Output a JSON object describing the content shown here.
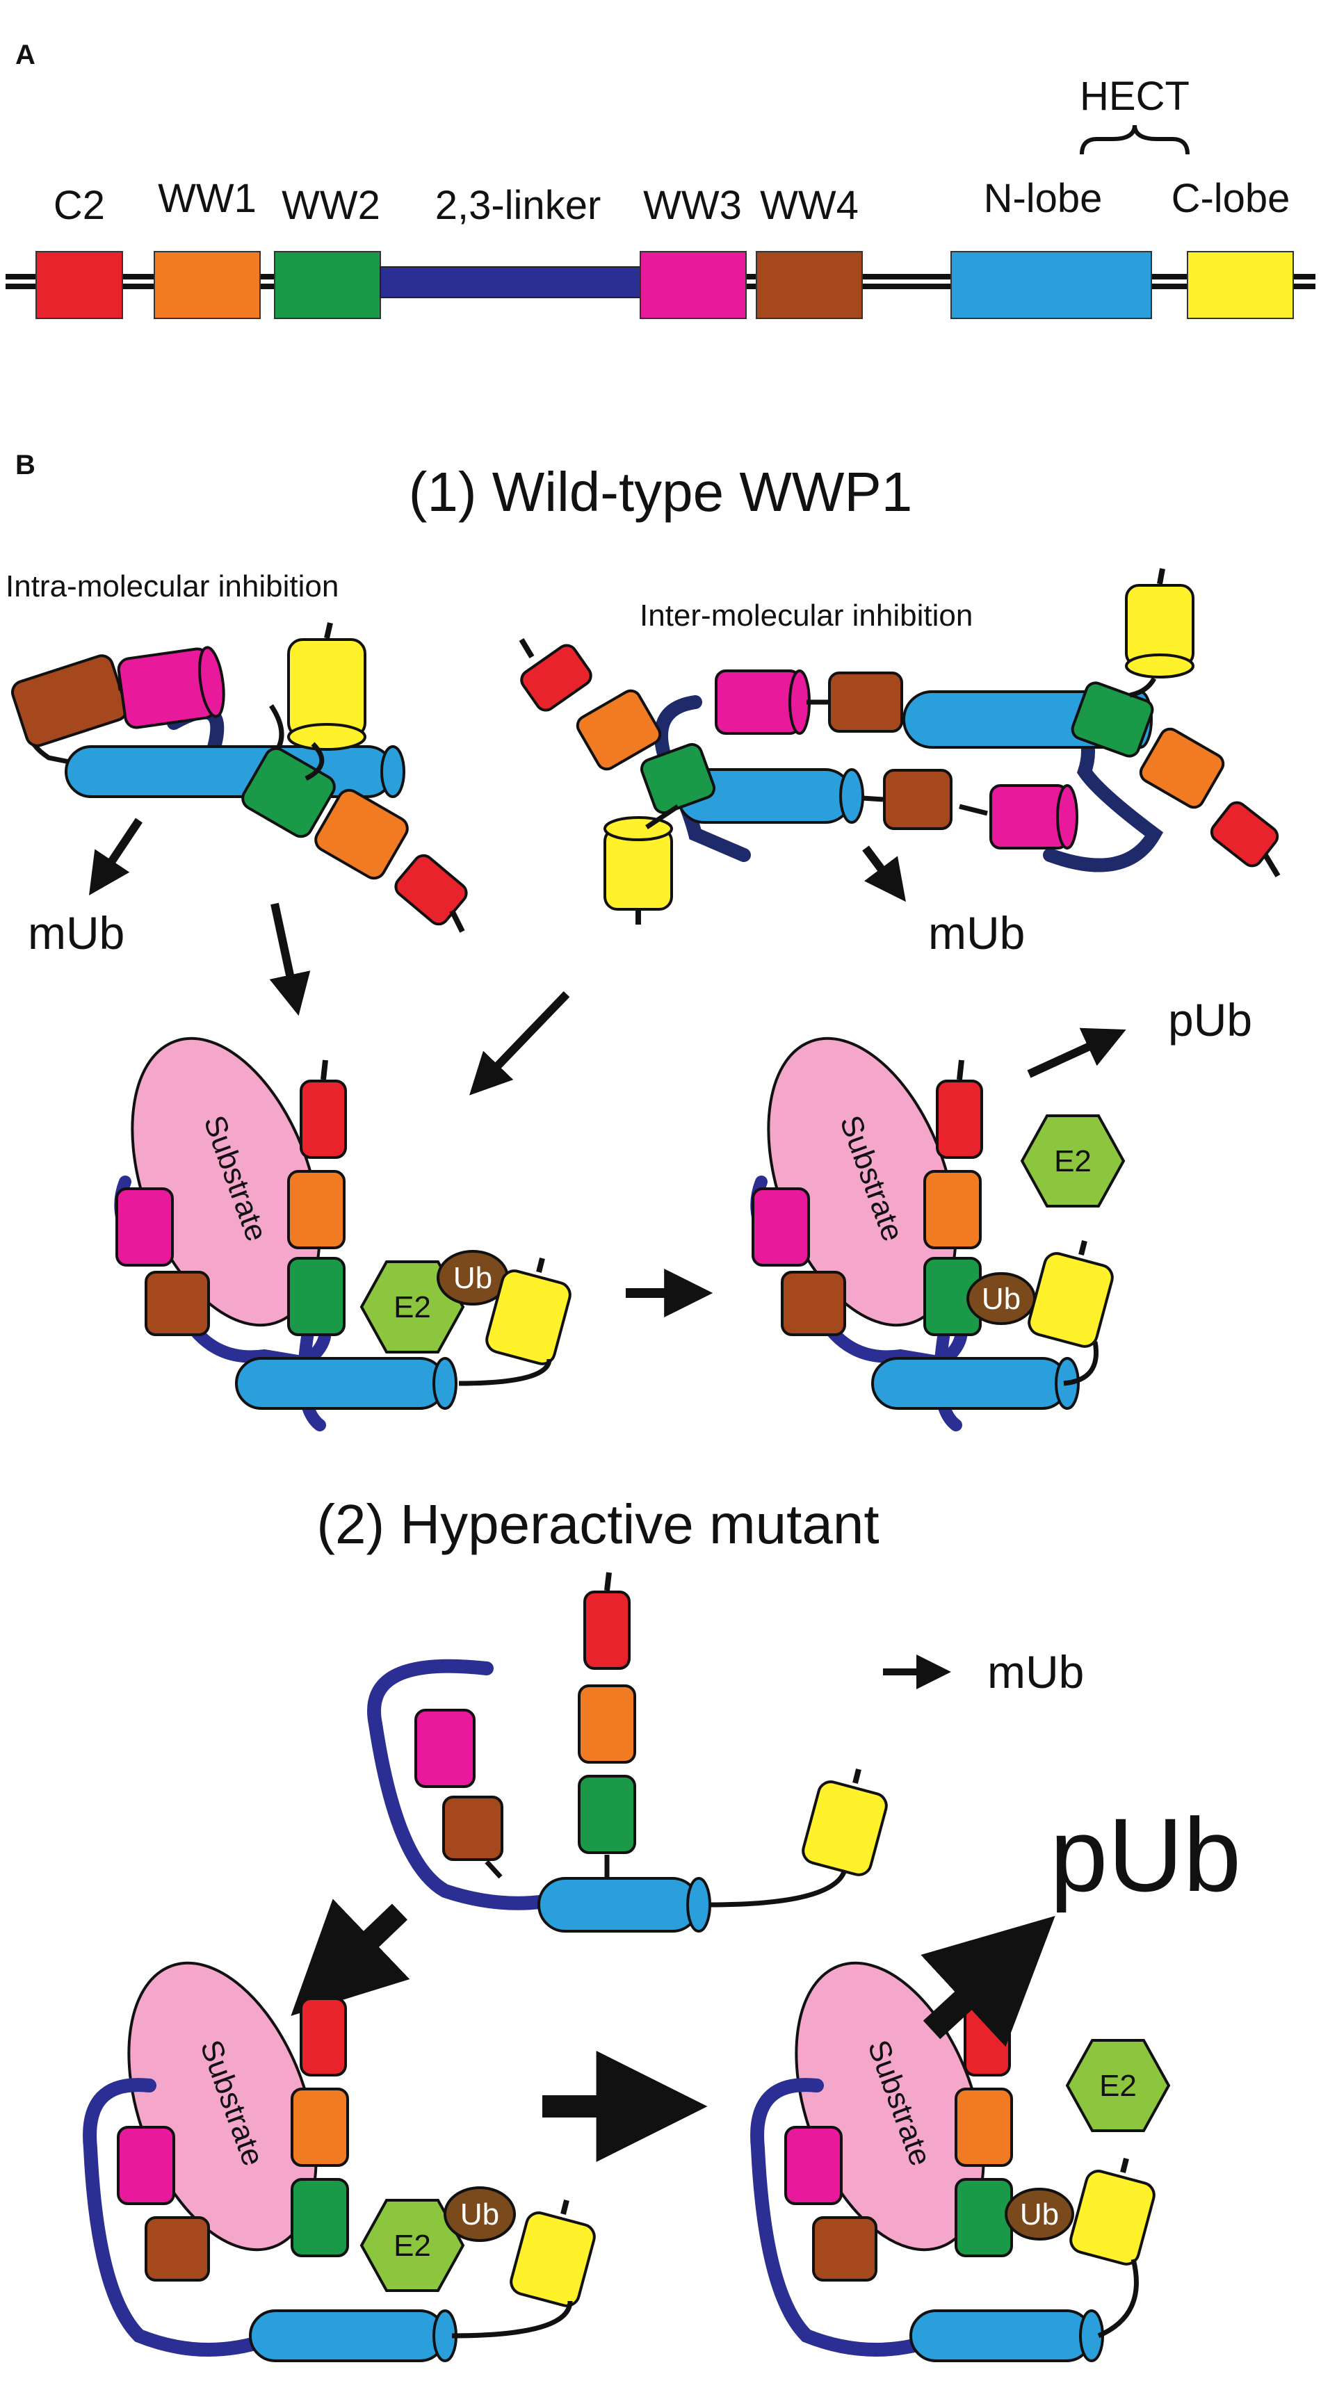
{
  "panels": {
    "a": {
      "letter": "A"
    },
    "b": {
      "letter": "B"
    }
  },
  "domains": {
    "c2": {
      "label": "C2",
      "color": "#e8232b"
    },
    "ww1": {
      "label": "WW1",
      "color": "#f07b22"
    },
    "ww2": {
      "label": "WW2",
      "color": "#1a9a48"
    },
    "linker": {
      "label": "2,3-linker",
      "color": "#2b2e93"
    },
    "ww3": {
      "label": "WW3",
      "color": "#e8199a"
    },
    "ww4": {
      "label": "WW4",
      "color": "#a5481d"
    },
    "nlobe": {
      "label": "N-lobe",
      "color": "#2b9fdc"
    },
    "clobe": {
      "label": "C-lobe",
      "color": "#fff12a"
    },
    "hect": {
      "label": "HECT"
    }
  },
  "wildtype": {
    "title": "(1) Wild-type WWP1",
    "intra_label": "Intra-molecular inhibition",
    "inter_label": "Inter-molecular inhibition",
    "mub_left": "mUb",
    "mub_right": "mUb",
    "pub": "pUb"
  },
  "hyperactive": {
    "title": "(2) Hyperactive mutant",
    "mub": "mUb",
    "pub": "pUb"
  },
  "molecules": {
    "substrate": "Substrate",
    "e2": "E2",
    "ub": "Ub",
    "substrate_color": "#f4a6cb",
    "e2_color": "#8cc63f",
    "ub_color": "#7b4a1c"
  }
}
